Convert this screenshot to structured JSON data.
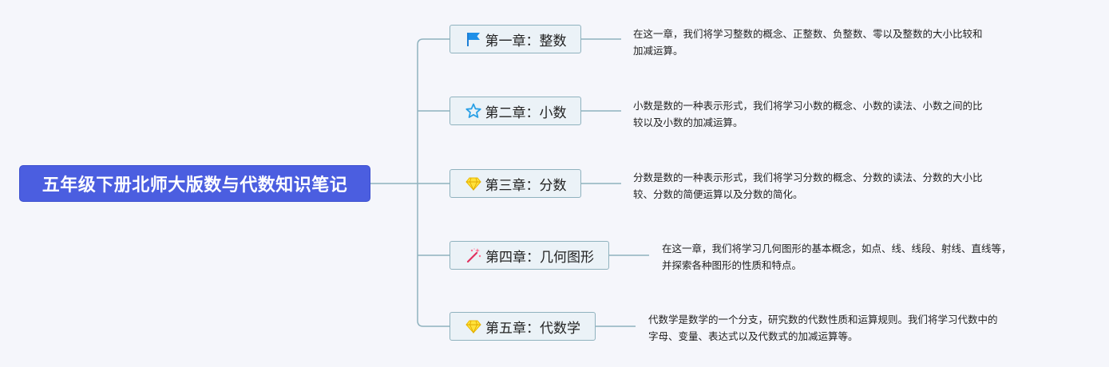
{
  "root": {
    "title": "五年级下册北师大版数与代数知识笔记"
  },
  "chapters": [
    {
      "label": "第一章：整数",
      "icon": "blue-flag-icon",
      "desc_line1": "在这一章，我们将学习整数的概念、正整数、负整数、零以及整数的大小比较和",
      "desc_line2": "加减运算。"
    },
    {
      "label": "第二章：小数",
      "icon": "star-outline-icon",
      "desc_line1": "小数是数的一种表示形式，我们将学习小数的概念、小数的读法、小数之间的比",
      "desc_line2": "较以及小数的加减运算。"
    },
    {
      "label": "第三章：分数",
      "icon": "yellow-gem-icon",
      "desc_line1": "分数是数的一种表示形式，我们将学习分数的概念、分数的读法、分数的大小比",
      "desc_line2": "较、分数的简便运算以及分数的简化。"
    },
    {
      "label": "第四章：几何图形",
      "icon": "magic-wand-icon",
      "desc_line1": "在这一章，我们将学习几何图形的基本概念，如点、线、线段、射线、直线等，",
      "desc_line2": "并探索各种图形的性质和特点。"
    },
    {
      "label": "第五章：代数学",
      "icon": "yellow-gem-icon",
      "desc_line1": "代数学是数学的一个分支，研究数的代数性质和运算规则。我们将学习代数中的",
      "desc_line2": "字母、变量、表达式以及代数式的加减运算等。"
    }
  ],
  "colors": {
    "root_fill": "#4b5ee0",
    "node_fill": "#ebf2f7",
    "node_border": "#8fb2be",
    "connector": "#8fb2be"
  }
}
